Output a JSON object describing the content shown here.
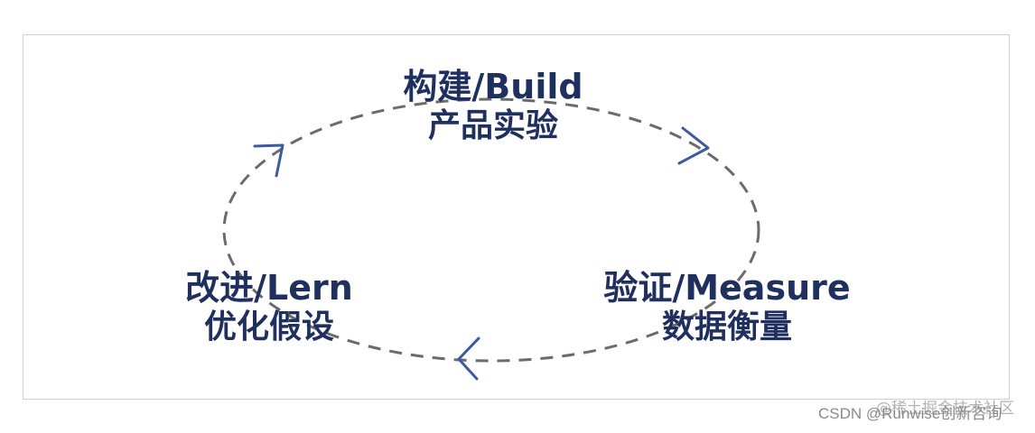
{
  "diagram": {
    "build": {
      "line1": "构建/Build",
      "line2": "产品实验"
    },
    "learn": {
      "line1": "改进/Lern",
      "line2": "优化假设"
    },
    "measure": {
      "line1": "验证/Measure",
      "line2": "数据衡量"
    }
  },
  "colors": {
    "text": "#1f2f5e",
    "loop": "#6b6b6b",
    "arrow": "#3e5a9e",
    "frame": "#cfcfcf"
  },
  "watermark": {
    "main": "CSDN @Runwise创新咨询",
    "overlay": "@稀土掘金技术社区"
  }
}
